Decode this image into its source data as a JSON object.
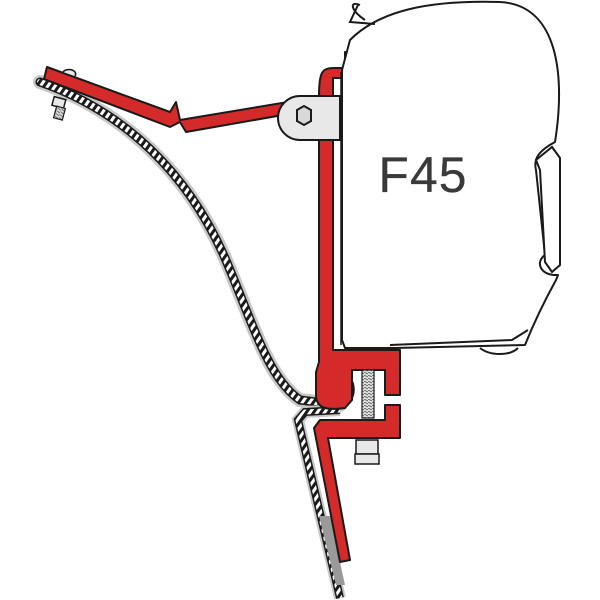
{
  "diagram": {
    "subject": "awning adapter bracket mounted to vehicle roof edge",
    "awning_label": "F45",
    "colors": {
      "bracket": "#d42a2a",
      "outline": "#1a1a1a",
      "awning_fill": "#ffffff",
      "body_panel_shadow": "#c8c8c8",
      "bolt_fill": "#e8e8e8",
      "background": "#ffffff"
    },
    "parts": [
      {
        "id": "awning-housing",
        "label": "F45"
      },
      {
        "id": "adapter-bracket"
      },
      {
        "id": "roof-panel"
      },
      {
        "id": "hex-bolt-clamp"
      },
      {
        "id": "roof-screw"
      },
      {
        "id": "lower-clamp-bolt"
      },
      {
        "id": "lower-wall-panel"
      }
    ]
  }
}
